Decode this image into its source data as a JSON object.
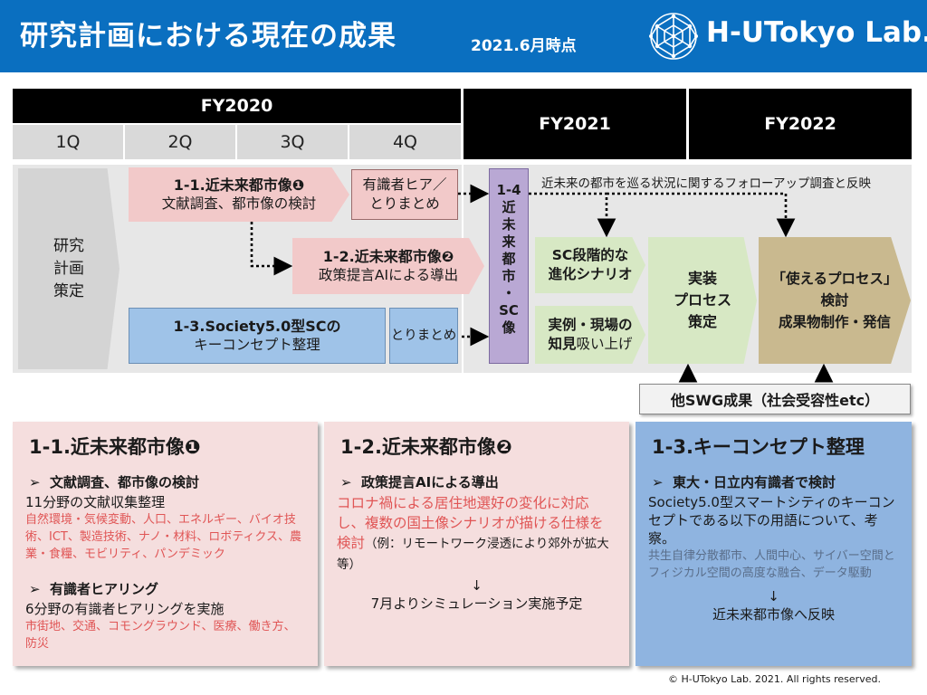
{
  "header": {
    "title": "研究計画における現在の成果",
    "date": "2021.6月時点",
    "logo_text": "H-UTokyo Lab.",
    "logo_icon": "geodesic-sphere-icon"
  },
  "timeline": {
    "fy2020": "FY2020",
    "quarters": [
      "1Q",
      "2Q",
      "3Q",
      "4Q"
    ],
    "fy2021": "FY2021",
    "fy2022": "FY2022",
    "plan_lines": [
      "研究",
      "計画",
      "策定"
    ],
    "task_1_1": {
      "title": "1-1.近未来都市像❶",
      "sub": "文献調査、都市像の検討"
    },
    "hearing": {
      "line1": "有識者ヒア／",
      "line2": "とりまとめ"
    },
    "task_1_2": {
      "title": "1-2.近未来都市像❷",
      "sub": "政策提言AIによる導出"
    },
    "task_1_3": {
      "line1": "1-3.Society5.0型SCの",
      "line2": "キーコンセプト整理"
    },
    "summary": "とりまとめ",
    "task_1_4_chars": [
      "1-4",
      "近",
      "未",
      "来",
      "都",
      "市",
      "・",
      "SC",
      "像"
    ],
    "follow_up": "近未来の都市を巡る状況に関するフォローアップ調査と反映",
    "sc_stage": {
      "line1": "SC段階的な",
      "line2": "進化シナリオ"
    },
    "field": {
      "line1": "実例・現場の",
      "line2_bold": "知見",
      "line2_rest": "吸い上げ"
    },
    "implement": {
      "line1": "実装",
      "line2": "プロセス",
      "line3": "策定"
    },
    "process": {
      "line1": "「使えるプロセス」",
      "line2": "検討",
      "line3": "成果物制作・発信"
    },
    "other_swg": "他SWG成果（社会受容性etc）"
  },
  "panels": {
    "p1": {
      "title": "1-1.近未来都市像❶",
      "bullet1": "文献調査、都市像の検討",
      "text1": "11分野の文献収集整理",
      "red1": "自然環境・気候変動、人口、エネルギー、バイオ技術、ICT、製造技術、ナノ・材料、ロボティクス、農業・食糧、モビリティ、パンデミック",
      "bullet2": "有識者ヒアリング",
      "text2": "6分野の有識者ヒアリングを実施",
      "red2": "市街地、交通、コモングラウンド、医療、働き方、防災"
    },
    "p2": {
      "title": "1-2.近未来都市像❷",
      "bullet1": "政策提言AIによる導出",
      "red1": "コロナ禍による居住地選好の変化に対応し、複数の国土像シナリオが描ける仕様を検討",
      "note": "（例：リモートワーク浸透により郊外が拡大等）",
      "arrow": "↓",
      "plan": "7月よりシミュレーション実施予定"
    },
    "p3": {
      "title": "1-3.キーコンセプト整理",
      "bullet1": "東大・日立内有識者で検討",
      "text1": "Society5.0型スマートシティのキーコンセプトである以下の用語について、考察。",
      "slate1": "共生自律分散都市、人間中心、サイバー空間とフィジカル空間の高度な融合、データ駆動",
      "arrow": "↓",
      "result": "近未来都市像へ反映"
    }
  },
  "footer": {
    "copyright": "© H-UTokyo Lab. 2021. All rights reserved."
  }
}
